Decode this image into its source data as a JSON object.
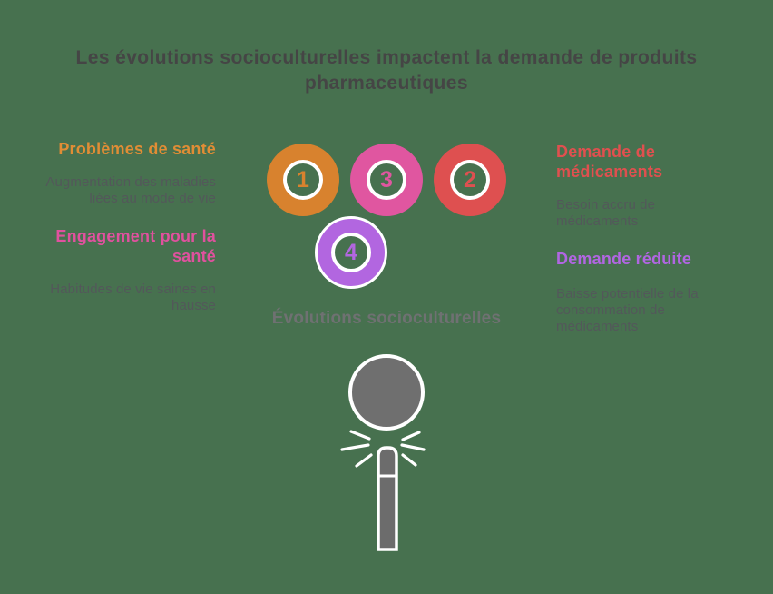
{
  "background_color": "#47714F",
  "body_text_color": "#53585A",
  "title": {
    "lines": [
      "Les évolutions socioculturelles impactent la demande de produits",
      "pharmaceutiques"
    ],
    "color": "#454545"
  },
  "left_column": {
    "sections": [
      {
        "heading": "Problèmes de santé",
        "heading_color": "#E18D35",
        "body": "Augmentation des maladies liées au mode de vie"
      },
      {
        "heading": "Engagement pour la santé",
        "heading_color": "#E0519E",
        "body": "Habitudes de vie saines en hausse"
      }
    ]
  },
  "right_column": {
    "sections": [
      {
        "heading": "Demande de médicaments",
        "heading_color": "#E0504F",
        "body": "Besoin accru de médicaments"
      },
      {
        "heading": "Demande réduite",
        "heading_color": "#B166E2",
        "body": "Baisse potentielle de la consommation de médicaments"
      }
    ]
  },
  "hub": {
    "label": "Évolutions socioculturelles",
    "label_color": "#6F7172",
    "nodes": [
      {
        "number": "1",
        "color": "#D8822E"
      },
      {
        "number": "3",
        "color": "#E056A0"
      },
      {
        "number": "2",
        "color": "#DE5050"
      },
      {
        "number": "4",
        "color": "#B266E0"
      }
    ]
  },
  "microphone": {
    "head_color": "#6F6F6F",
    "handle_color": "#6C6C6C",
    "outline_color": "#FFFFFF"
  }
}
